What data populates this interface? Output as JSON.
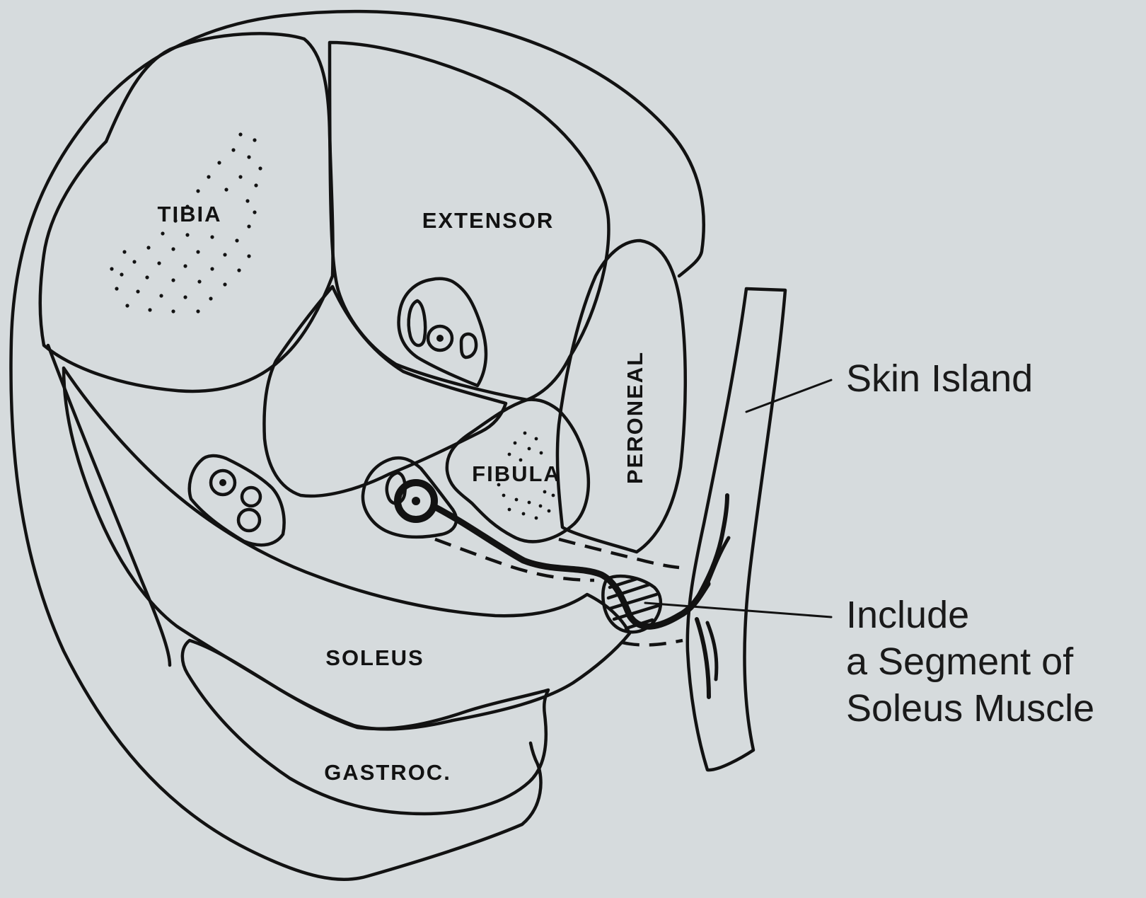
{
  "labels": {
    "tibia": "TIBIA",
    "extensor": "EXTENSOR",
    "peroneal": "PERONEAL",
    "fibula": "FIBULA",
    "soleus": "SOLEUS",
    "gastroc": "GASTROC."
  },
  "callouts": {
    "skin_island": "Skin Island",
    "include_line1": "Include",
    "include_line2": "a Segment of",
    "include_line3": "Soleus Muscle"
  },
  "colors": {
    "background": "#d6dbdd",
    "ink": "#121212"
  }
}
